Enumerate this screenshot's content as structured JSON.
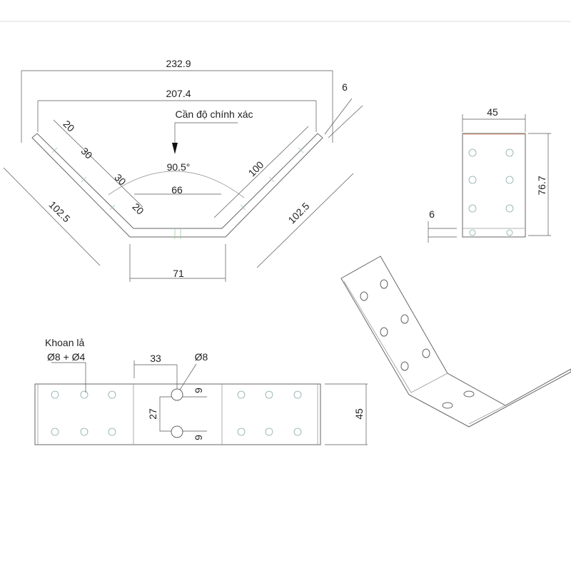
{
  "front_view": {
    "dim_overall": "232.9",
    "dim_inner": "207.4",
    "note_precision": "Cần độ chính xác",
    "angle": "90.5°",
    "dim_base_inner": "66",
    "dim_base_outer": "71",
    "dim_arm_left": "102.5",
    "dim_arm_right": "102.5",
    "dim_arm_inner": "100",
    "dim_thickness": "6",
    "hole_spacing": [
      "20",
      "30",
      "30",
      "20"
    ]
  },
  "side_view": {
    "dim_width": "45",
    "dim_height": "76.7",
    "dim_thickness": "6"
  },
  "flat_view": {
    "note_line1": "Khoan lả",
    "note_line2": "Ø8 + Ø4",
    "dim_offset": "33",
    "hole_dia": "Ø8",
    "dim_hole_spacing": "27",
    "dim_edge_top": "9",
    "dim_edge_bottom": "9",
    "dim_width": "45"
  }
}
